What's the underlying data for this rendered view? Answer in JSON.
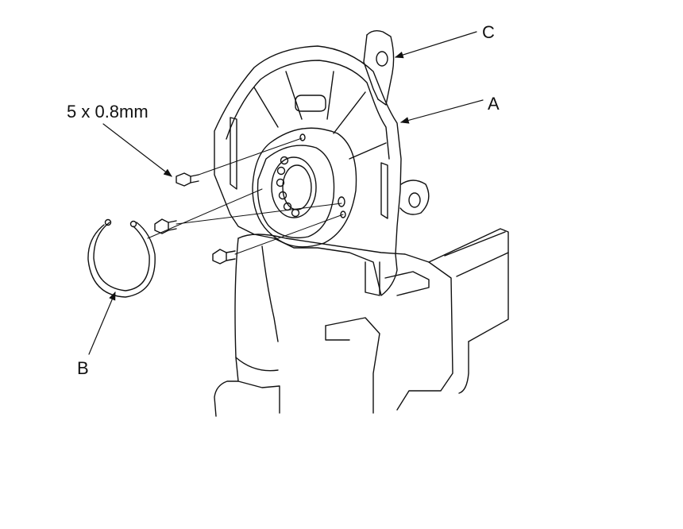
{
  "labels": {
    "a": "A",
    "b": "B",
    "c": "C",
    "fastener_spec": "5 x 0.8mm"
  },
  "colors": {
    "line": "#111111",
    "background": "#ffffff"
  }
}
